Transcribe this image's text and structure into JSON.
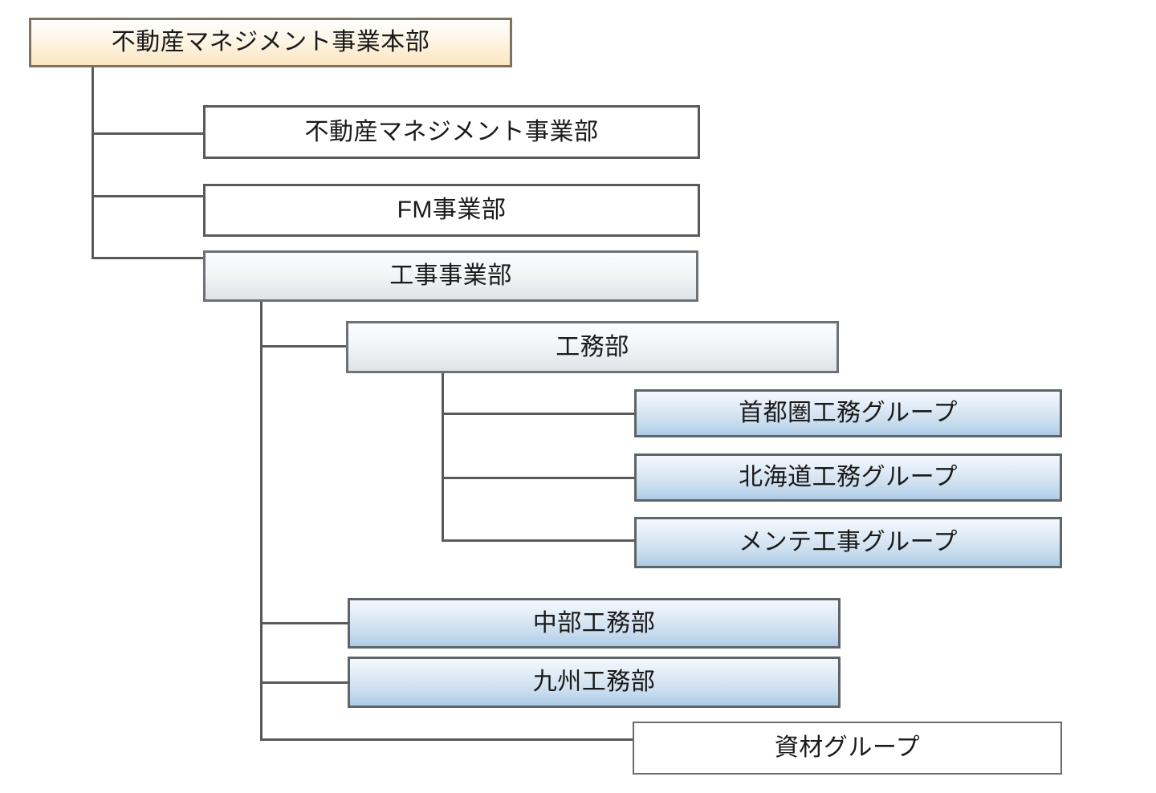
{
  "chart_data": {
    "type": "diagram",
    "diagram_kind": "organization-chart",
    "title": "",
    "orientation": "left-to-right indented tree",
    "nodes": [
      {
        "id": "n0",
        "label": "不動産マネジメント事業本部",
        "level": 0,
        "style": "cream-gradient",
        "parent": null
      },
      {
        "id": "n1",
        "label": "不動産マネジメント事業部",
        "level": 1,
        "style": "white",
        "parent": "n0"
      },
      {
        "id": "n2",
        "label": "FM事業部",
        "level": 1,
        "style": "white",
        "parent": "n0"
      },
      {
        "id": "n3",
        "label": "工事事業部",
        "level": 1,
        "style": "grey-gradient",
        "parent": "n0"
      },
      {
        "id": "n4",
        "label": "工務部",
        "level": 2,
        "style": "grey-gradient",
        "parent": "n3"
      },
      {
        "id": "n5",
        "label": "首都圏工務グループ",
        "level": 3,
        "style": "blue-gradient",
        "parent": "n4"
      },
      {
        "id": "n6",
        "label": "北海道工務グループ",
        "level": 3,
        "style": "blue-gradient",
        "parent": "n4"
      },
      {
        "id": "n7",
        "label": "メンテ工事グループ",
        "level": 3,
        "style": "blue-gradient",
        "parent": "n4"
      },
      {
        "id": "n8",
        "label": "中部工務部",
        "level": 2,
        "style": "blue-gradient",
        "parent": "n3"
      },
      {
        "id": "n9",
        "label": "九州工務部",
        "level": 2,
        "style": "blue-gradient",
        "parent": "n3"
      },
      {
        "id": "n10",
        "label": "資材グループ",
        "level": 2,
        "style": "white-thin",
        "parent": "n3"
      }
    ],
    "edges": [
      {
        "from": "n0",
        "to": "n1"
      },
      {
        "from": "n0",
        "to": "n2"
      },
      {
        "from": "n0",
        "to": "n3"
      },
      {
        "from": "n3",
        "to": "n4"
      },
      {
        "from": "n4",
        "to": "n5"
      },
      {
        "from": "n4",
        "to": "n6"
      },
      {
        "from": "n4",
        "to": "n7"
      },
      {
        "from": "n3",
        "to": "n8"
      },
      {
        "from": "n3",
        "to": "n9"
      },
      {
        "from": "n3",
        "to": "n10"
      }
    ],
    "colors": {
      "background": "#ffffff",
      "connector": "#595959",
      "cream_fill_bottom": "#fbe6c0",
      "cream_border": "#7c7363",
      "white_fill": "#ffffff",
      "white_border": "#5a5a5a",
      "grey_fill_bottom": "#dfe3e8",
      "grey_border": "#6e7277",
      "blue_fill_top": "#f4f8fc",
      "blue_fill_bottom": "#aecce6",
      "blue_border": "#5f6468",
      "text": "#1a1a1a"
    }
  },
  "nodes": {
    "root": {
      "label": "不動産マネジメント事業本部"
    },
    "realestate_div": {
      "label": "不動産マネジメント事業部"
    },
    "fm_div": {
      "label": "FM事業部"
    },
    "construction_div": {
      "label": "工事事業部"
    },
    "engineering_dept": {
      "label": "工務部"
    },
    "metro_group": {
      "label": "首都圏工務グループ"
    },
    "hokkaido_group": {
      "label": "北海道工務グループ"
    },
    "maintenance_group": {
      "label": "メンテ工事グループ"
    },
    "chubu_dept": {
      "label": "中部工務部"
    },
    "kyushu_dept": {
      "label": "九州工務部"
    },
    "materials_group": {
      "label": "資材グループ"
    }
  }
}
